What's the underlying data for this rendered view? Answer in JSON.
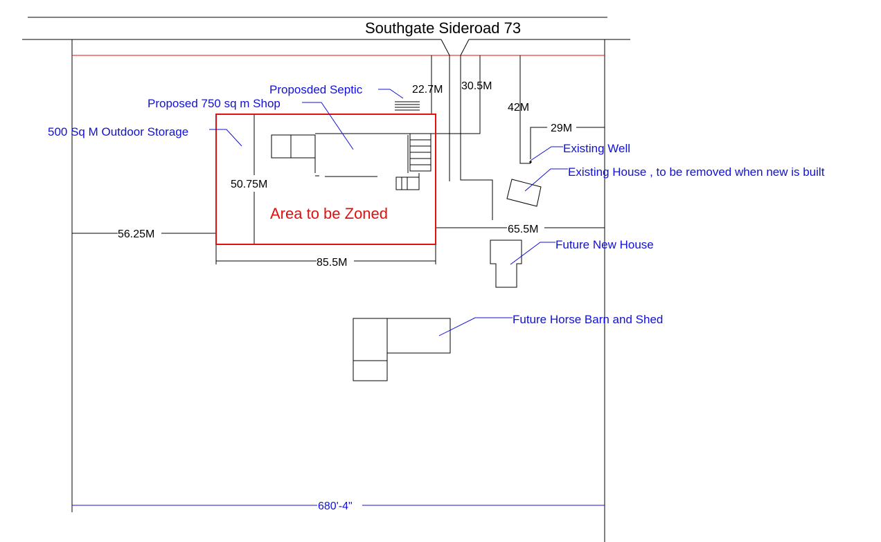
{
  "road": {
    "name": "Southgate Sideroad 73"
  },
  "zone": {
    "label": "Area to be Zoned"
  },
  "labels": {
    "septic": "Proposded Septic",
    "shop": "Proposed 750 sq m Shop",
    "storage": "500 Sq M Outdoor Storage",
    "well": "Existing Well",
    "existing_house": "Existing House , to be removed when new is built",
    "new_house": "Future New House",
    "barn": "Future Horse Barn and Shed"
  },
  "dimensions": {
    "d_22_7": "22.7M",
    "d_30_5": "30.5M",
    "d_42": "42M",
    "d_29": "29M",
    "d_50_75": "50.75M",
    "d_56_25": "56.25M",
    "d_65_5": "65.5M",
    "d_85_5": "85.5M",
    "frontage": "680'-4\""
  },
  "colors": {
    "label": "#1010d8",
    "zone": "#e01010",
    "line": "#000000"
  }
}
